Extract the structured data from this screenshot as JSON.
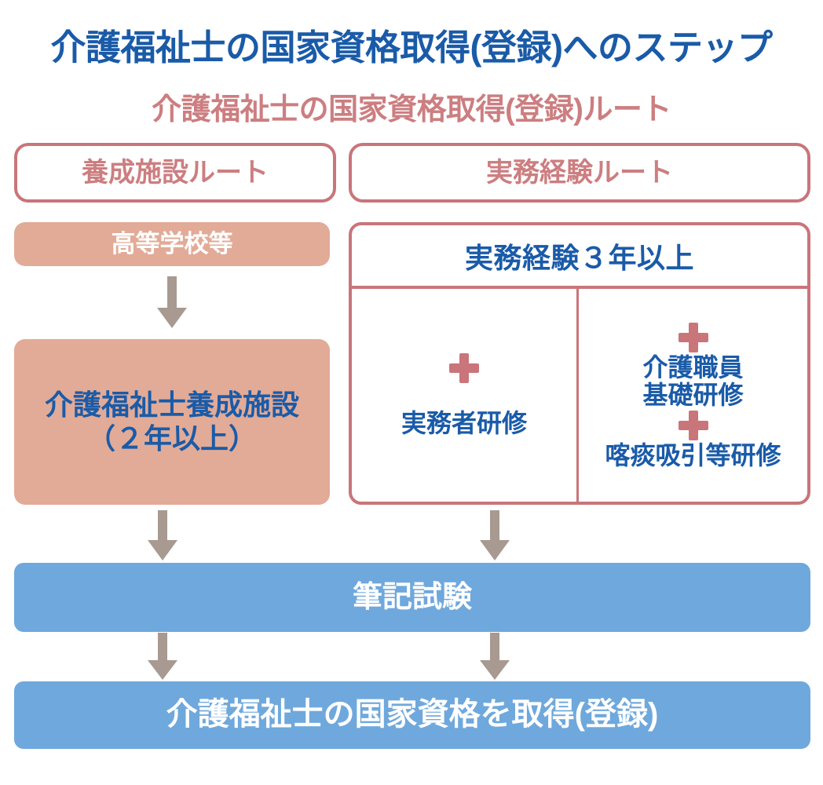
{
  "title": "介護福祉士の国家資格取得(登録)へのステップ",
  "subtitle": "介護福祉士の国家資格取得(登録)ルート",
  "routes": [
    {
      "id": "training-school",
      "label": "養成施設ルート"
    },
    {
      "id": "work-experience",
      "label": "実務経験ルート"
    }
  ],
  "left_route": {
    "step1": "高等学校等",
    "step2_line1": "介護福祉士養成施設",
    "step2_line2": "（２年以上）"
  },
  "right_route": {
    "header": "実務経験３年以上",
    "cell_left": {
      "plus": "＋",
      "label": "実務者研修"
    },
    "cell_right": {
      "plus_1": "＋",
      "label_line1": "介護職員",
      "label_line2": "基礎研修",
      "plus_2": "＋",
      "label_line3": "喀痰吸引等研修"
    }
  },
  "common_steps": [
    {
      "id": "written-exam",
      "label": "筆記試験"
    },
    {
      "id": "certification",
      "label": "介護福祉士の国家資格を取得(登録)"
    }
  ],
  "colors": {
    "title_blue": "#1a5ba8",
    "subtitle_rose": "#cc7e80",
    "border_rose": "#c9757a",
    "salmon_fill": "#e2ab97",
    "blue_fill": "#6fa8dc",
    "arrow_taupe": "#a89a91",
    "white": "#ffffff"
  },
  "icons": {
    "plus": "plus-icon",
    "arrow_down": "arrow-down-icon"
  }
}
